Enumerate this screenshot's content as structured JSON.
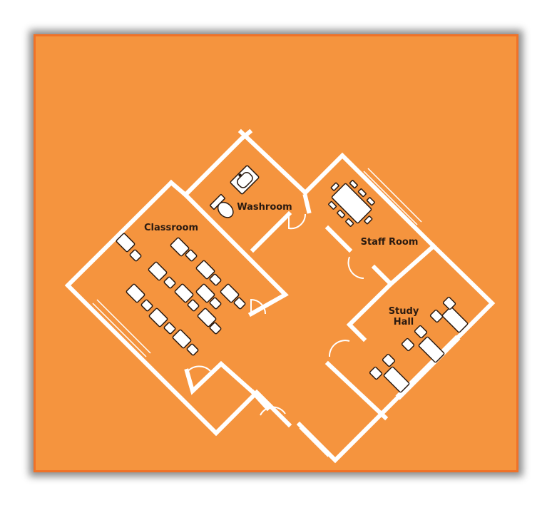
{
  "colors": {
    "background": "#f5943e",
    "border": "#f07228",
    "walls": "#ffffff",
    "furniture_fill": "#ffffff",
    "furniture_stroke": "#2a1a10",
    "label_text": "#2a1a10"
  },
  "rooms": {
    "classroom": "Classroom",
    "washroom": "Washroom",
    "staff_room": "Staff Room",
    "study_hall_line1": "Study",
    "study_hall_line2": "Hall"
  },
  "icons": [
    "sink-icon",
    "toilet-icon",
    "meeting-table-icon",
    "desk-icon",
    "chair-icon",
    "door-swing-icon",
    "window-icon"
  ]
}
